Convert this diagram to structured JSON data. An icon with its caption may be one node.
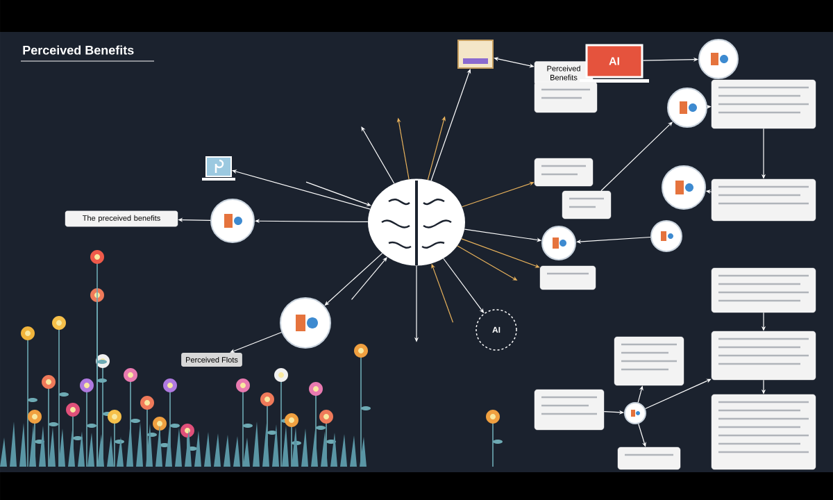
{
  "diagram": {
    "title": "Perceived Benefits",
    "nodes": [
      {
        "text": [],
        "shape": "picture"
      },
      {
        "text": [
          "The preceived benefits"
        ]
      },
      {
        "text": [
          "Perceived Benefits"
        ]
      },
      {
        "text": [
          "Perceived Flots"
        ]
      },
      {
        "text": [
          "AI"
        ]
      },
      {
        "text": [
          "AI"
        ]
      },
      {
        "text": [],
        "shape": "circle"
      },
      {
        "text": [],
        "shape": "circle"
      },
      {
        "text": [],
        "shape": "circle"
      },
      {
        "text": [],
        "shape": "circle"
      },
      {
        "text": [],
        "shape": "box"
      },
      {
        "text": [],
        "shape": "circle"
      },
      {
        "text": [],
        "shape": "box"
      },
      {
        "text": [],
        "shape": "circle"
      },
      {
        "text": [],
        "shape": "circle"
      },
      {
        "text": [],
        "shape": "box"
      },
      {
        "text": [],
        "shape": "box"
      },
      {
        "text": [],
        "shape": "box"
      },
      {
        "text": [],
        "shape": "box"
      },
      {
        "text": [],
        "shape": "box"
      },
      {
        "text": [],
        "shape": "box"
      },
      {
        "text": [],
        "shape": "box"
      },
      {
        "text": [],
        "shape": "circle"
      },
      {
        "text": [],
        "shape": "picture"
      },
      {
        "text": [],
        "shape": "picture"
      },
      {
        "text": [],
        "shape": "box"
      },
      {
        "text": [],
        "shape": "box"
      },
      {
        "text": [],
        "shape": "box"
      }
    ],
    "edges": [
      {
        "from": 0,
        "to": 6,
        "arrow": "to"
      },
      {
        "from": 6,
        "to": 1,
        "arrow": "to"
      },
      {
        "from": 0,
        "to": 7,
        "arrow": "to"
      },
      {
        "from": 0,
        "to": 5,
        "arrow": "to"
      },
      {
        "from": 0,
        "to": 14,
        "arrow": "to"
      },
      {
        "from": 0,
        "to": 26,
        "arrow": "to",
        "color": "#e8b25c"
      },
      {
        "from": 0,
        "to": 24,
        "arrow": "to"
      },
      {
        "from": 24,
        "to": 2,
        "arrow": "both"
      },
      {
        "from": 4,
        "to": 8,
        "arrow": "to"
      },
      {
        "from": 9,
        "to": 10,
        "arrow": "to"
      },
      {
        "from": 10,
        "to": 12,
        "arrow": "to"
      },
      {
        "from": 12,
        "to": 11,
        "arrow": "to"
      },
      {
        "from": 13,
        "to": 14,
        "arrow": "to"
      },
      {
        "from": 16,
        "to": 17,
        "arrow": "to"
      },
      {
        "from": 17,
        "to": 18,
        "arrow": "to"
      },
      {
        "from": 22,
        "to": 17,
        "arrow": "to"
      },
      {
        "from": 20,
        "to": 22,
        "arrow": "to"
      },
      {
        "from": 22,
        "to": 21,
        "arrow": "to"
      },
      {
        "from": 22,
        "to": 19,
        "arrow": "to"
      },
      {
        "from": 7,
        "to": 3,
        "arrow": "to"
      },
      {
        "from": 27,
        "to": 9,
        "arrow": "to"
      },
      {
        "from": 0,
        "to": 23,
        "arrow": "to"
      },
      {
        "from": 0,
        "to": 15,
        "arrow": "to",
        "color": "#e8b25c"
      },
      {
        "from": 0,
        "to": null,
        "arrow": "to",
        "color": "#e8b25c"
      },
      {
        "from": 0,
        "to": null,
        "arrow": "to"
      },
      {
        "from": null,
        "to": 0,
        "arrow": "to",
        "color": "#e8b25c"
      },
      {
        "from": 0,
        "to": null,
        "arrow": "to",
        "color": "#e8b25c"
      },
      {
        "from": null,
        "to": 0,
        "arrow": "to"
      },
      {
        "from": 0,
        "to": null,
        "arrow": "to"
      },
      {
        "from": 0,
        "to": null,
        "arrow": "to",
        "color": "#e8b25c"
      },
      {
        "from": null,
        "to": 0,
        "arrow": "to"
      }
    ]
  }
}
